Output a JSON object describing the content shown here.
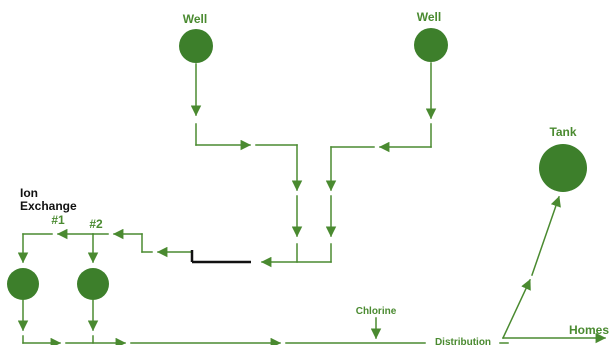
{
  "colors": {
    "green": "#4a8a30",
    "node_fill": "#3d7f2b",
    "black": "#111111"
  },
  "labels": {
    "well_left": "Well",
    "well_right": "Well",
    "tank": "Tank",
    "ion_line1": "Ion",
    "ion_line2": "Exchange",
    "ion_1": "#1",
    "ion_2": "#2",
    "chlorine": "Chlorine",
    "distribution": "Distribution",
    "homes": "Homes"
  }
}
